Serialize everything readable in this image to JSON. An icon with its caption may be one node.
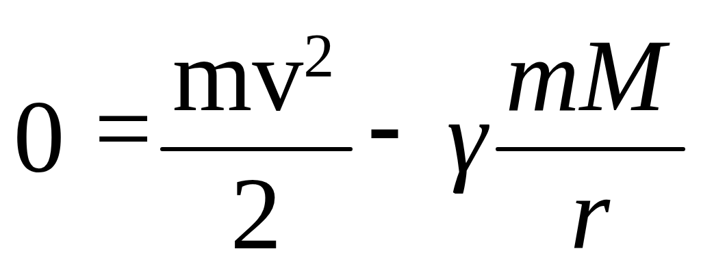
{
  "diagram": {
    "labels": [
      "0",
      "=",
      "mv$^{2}$",
      "2",
      "-",
      "γ",
      "mM",
      "r"
    ]
  }
}
